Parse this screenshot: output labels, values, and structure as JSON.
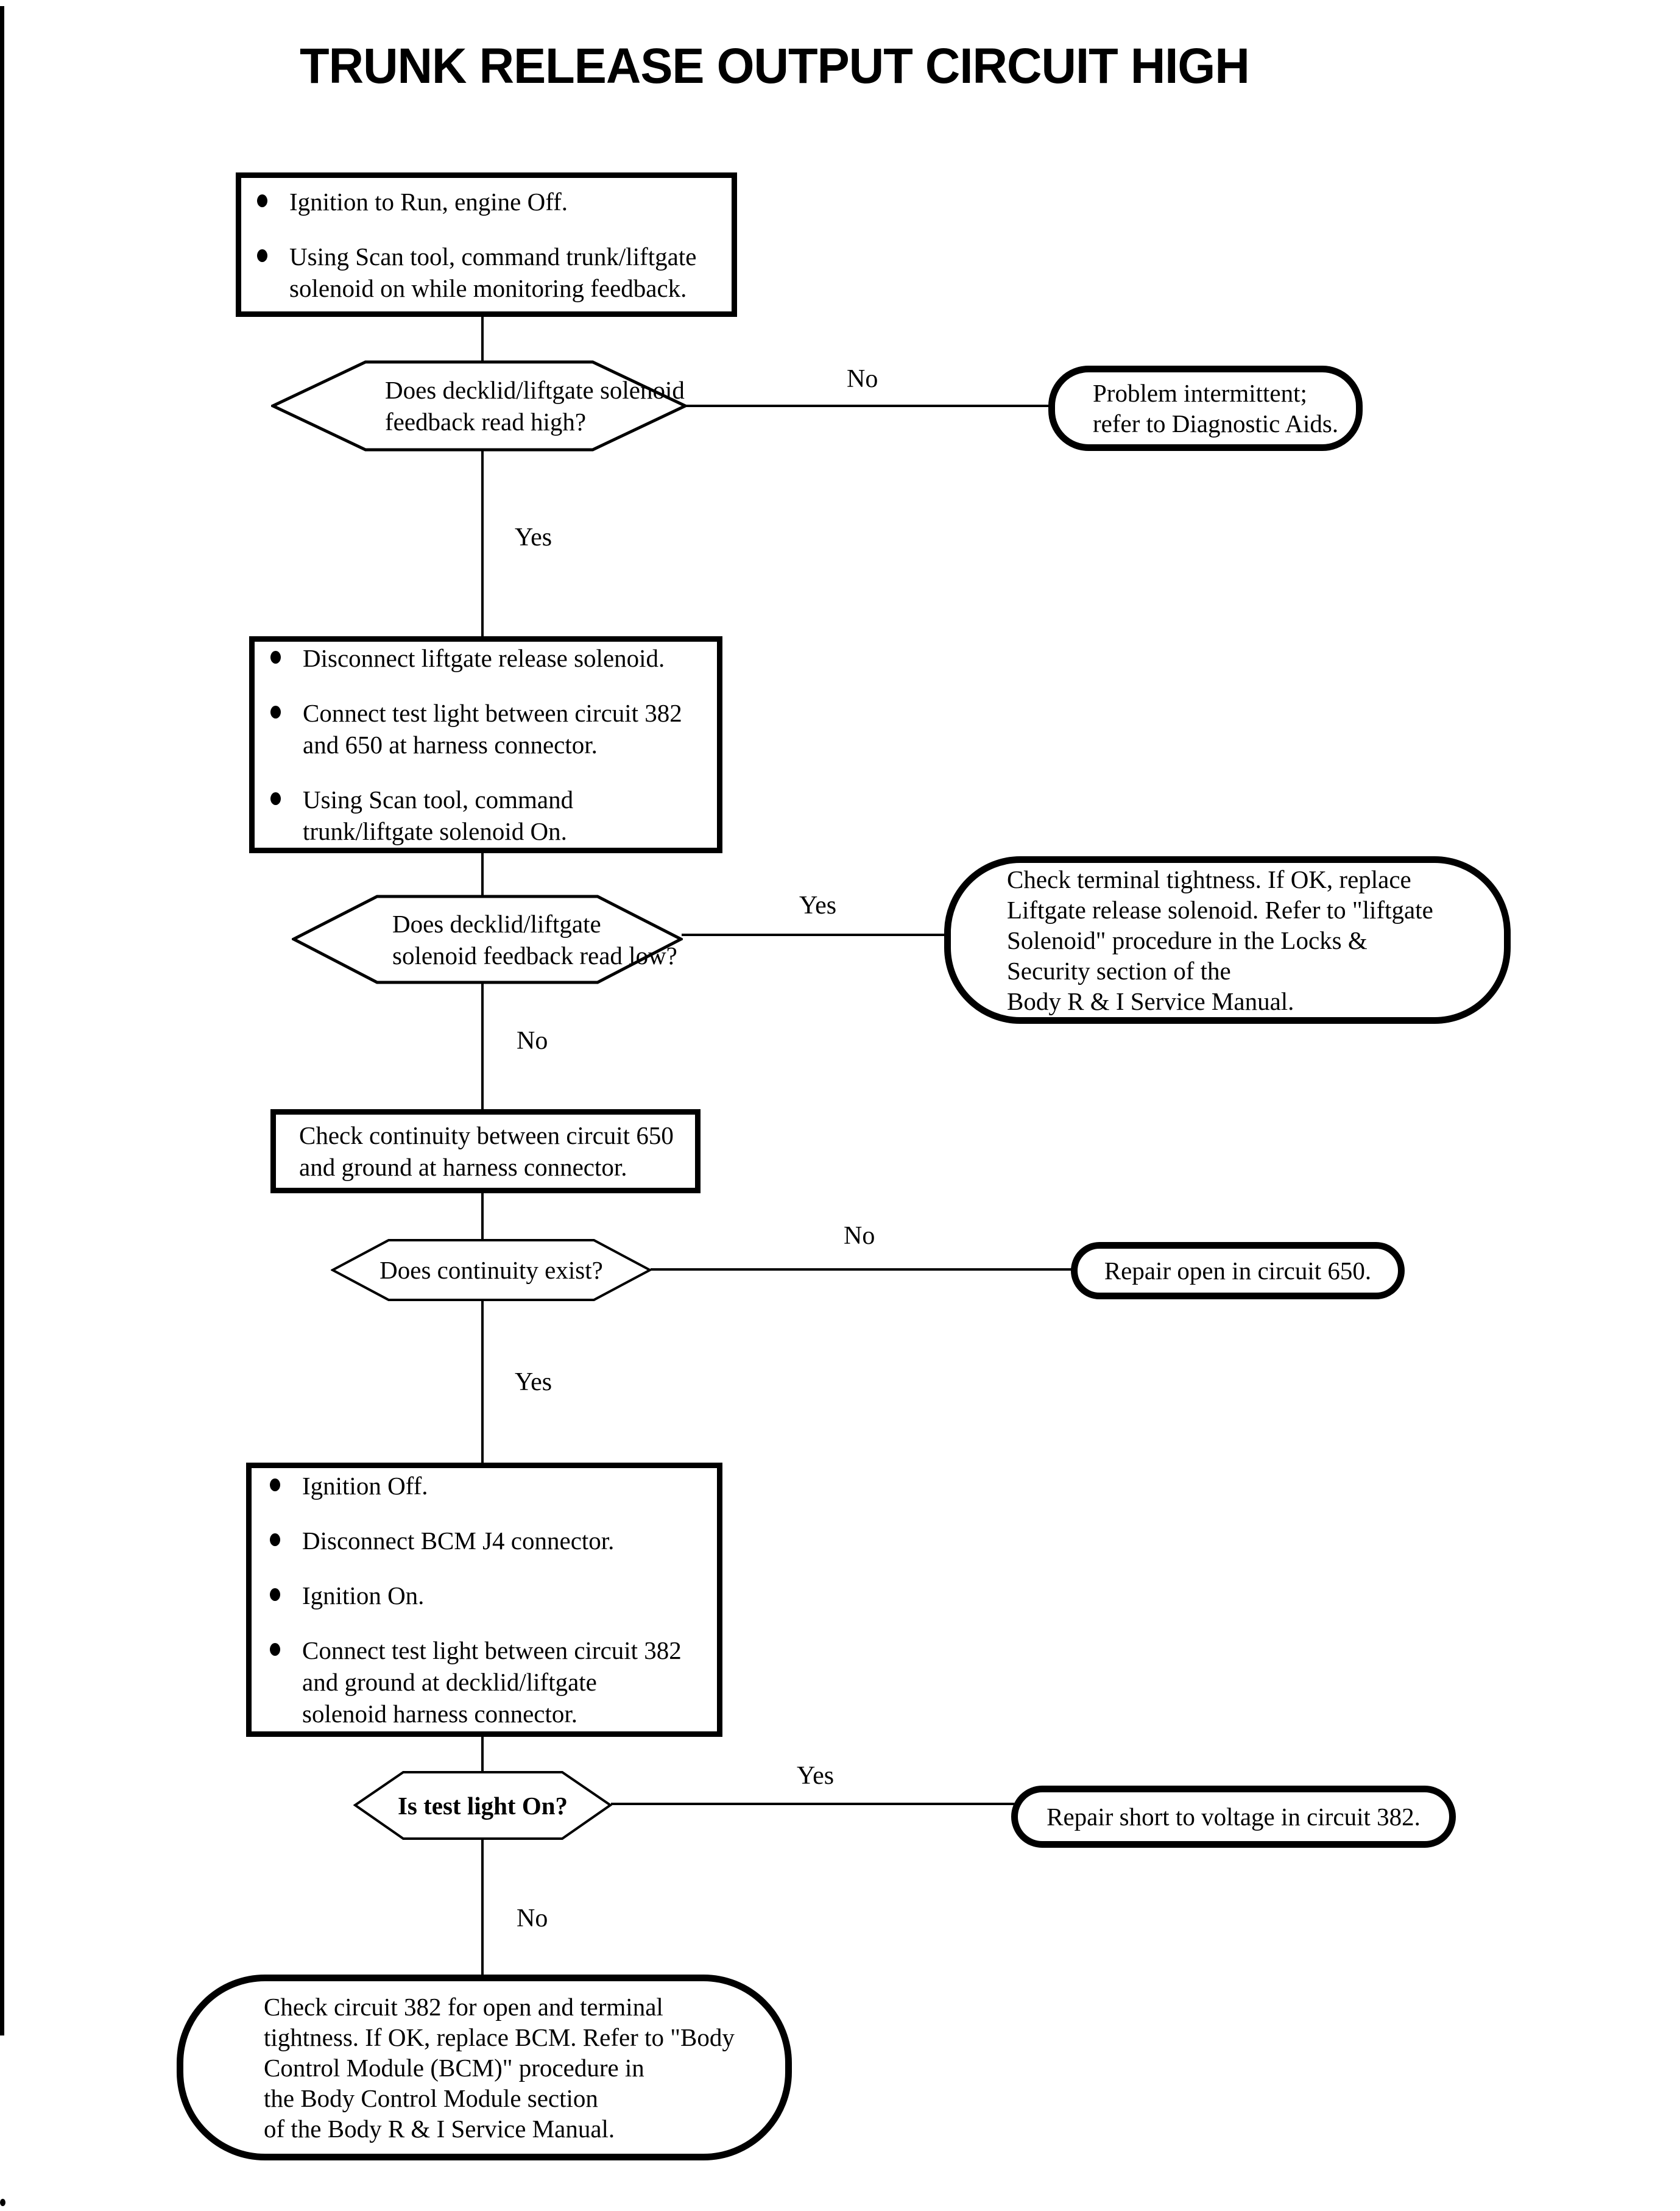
{
  "title": "TRUNK RELEASE OUTPUT CIRCUIT HIGH",
  "colors": {
    "ink": "#000000",
    "paper": "#ffffff"
  },
  "nodes": {
    "step1": {
      "type": "process",
      "bullets": [
        [
          "Ignition to Run, engine Off."
        ],
        [
          "Using Scan tool, command trunk/liftgate",
          "solenoid on while monitoring feedback."
        ]
      ]
    },
    "q1": {
      "type": "decision",
      "lines": [
        "Does decklid/liftgate solenoid",
        "feedback read high?"
      ]
    },
    "t1": {
      "type": "terminal",
      "lines": [
        "Problem intermittent;",
        "refer to Diagnostic Aids."
      ]
    },
    "step2": {
      "type": "process",
      "bullets": [
        [
          "Disconnect liftgate release solenoid."
        ],
        [
          "Connect test light between circuit 382",
          "and 650 at harness connector."
        ],
        [
          "Using Scan tool, command",
          "trunk/liftgate solenoid On."
        ]
      ]
    },
    "q2": {
      "type": "decision",
      "lines": [
        "Does decklid/liftgate",
        "solenoid feedback read low?"
      ]
    },
    "t2": {
      "type": "terminal",
      "lines": [
        "Check terminal tightness. If OK, replace",
        "Liftgate release solenoid. Refer to \"liftgate",
        "Solenoid\" procedure in the Locks &",
        "Security section of the",
        "Body R & I Service Manual."
      ]
    },
    "step3": {
      "type": "process",
      "lines": [
        "Check continuity between circuit 650",
        "and ground at harness connector."
      ]
    },
    "q3": {
      "type": "decision",
      "lines": [
        "Does continuity exist?"
      ]
    },
    "t3": {
      "type": "terminal",
      "lines": [
        "Repair open in circuit 650."
      ]
    },
    "step4": {
      "type": "process",
      "bullets": [
        [
          "Ignition Off."
        ],
        [
          "Disconnect BCM J4 connector."
        ],
        [
          "Ignition On."
        ],
        [
          "Connect test light between circuit 382",
          "and ground at decklid/liftgate",
          "solenoid harness connector."
        ]
      ]
    },
    "q4": {
      "type": "decision",
      "lines": [
        "Is test light On?"
      ]
    },
    "t4": {
      "type": "terminal",
      "lines": [
        "Repair short to voltage in circuit 382."
      ]
    },
    "t5": {
      "type": "terminal",
      "lines": [
        "Check circuit 382 for open and terminal",
        "tightness. If OK, replace BCM. Refer to \"Body",
        "Control Module (BCM)\" procedure in",
        "the Body Control Module section",
        "of the Body R & I Service Manual."
      ]
    }
  },
  "edges": {
    "q1_no": "No",
    "q1_yes": "Yes",
    "q2_yes": "Yes",
    "q2_no": "No",
    "q3_no": "No",
    "q3_yes": "Yes",
    "q4_yes": "Yes",
    "q4_no": "No"
  }
}
